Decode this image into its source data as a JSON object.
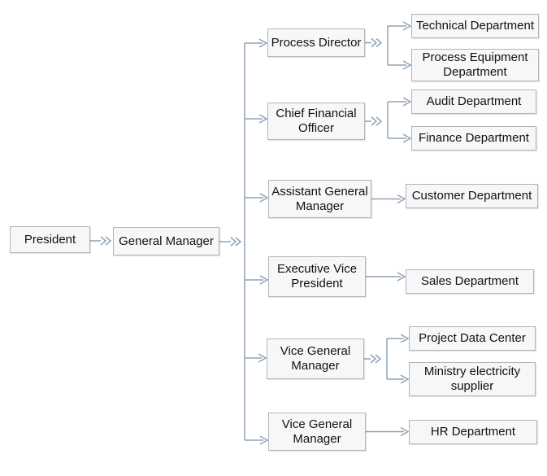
{
  "diagram": {
    "root": {
      "label": "President"
    },
    "general_manager": {
      "label": "General Manager"
    },
    "branches": [
      {
        "label": "Process Director",
        "children": [
          "Technical Department",
          "Process Equipment\nDepartment"
        ]
      },
      {
        "label": "Chief Financial\nOfficer",
        "children": [
          "Audit Department",
          "Finance Department"
        ]
      },
      {
        "label": "Assistant General\nManager",
        "children": [
          "Customer Department"
        ]
      },
      {
        "label": "Executive Vice\nPresident",
        "children": [
          "Sales Department"
        ]
      },
      {
        "label": "Vice General\nManager",
        "children": [
          "Project Data Center",
          "Ministry electricity\nsupplier"
        ]
      },
      {
        "label": "Vice General\nManager",
        "children": [
          "HR Department"
        ]
      }
    ]
  },
  "colors": {
    "box_fill": "#f7f7f7",
    "box_border": "#aeb6bf",
    "connector": "#8fa2b5"
  }
}
